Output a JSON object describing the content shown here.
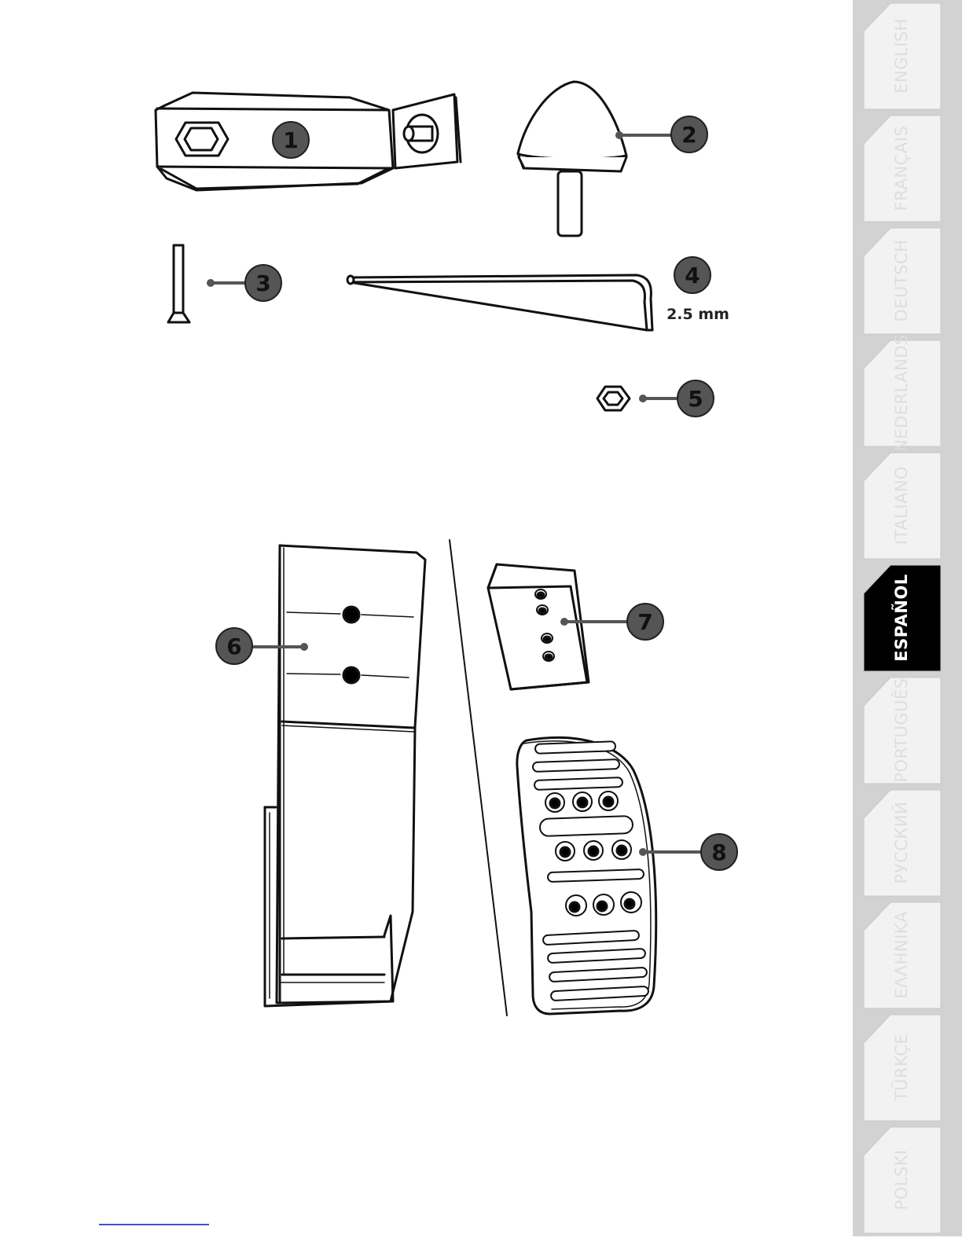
{
  "callouts": {
    "n1": "1",
    "n2": "2",
    "n3": "3",
    "n4": "4",
    "n5": "5",
    "n6": "6",
    "n7": "7",
    "n8": "8"
  },
  "allen_key_size": "2.5 mm",
  "languages": [
    {
      "label": "ENGLISH",
      "active": false
    },
    {
      "label": "FRANÇAIS",
      "active": false
    },
    {
      "label": "DEUTSCH",
      "active": false
    },
    {
      "label": "NEDERLANDS",
      "active": false
    },
    {
      "label": "ITALIANO",
      "active": false
    },
    {
      "label": "ESPAÑOL",
      "active": true
    },
    {
      "label": "PORTUGUÊS",
      "active": false
    },
    {
      "label": "РУССКИЙ",
      "active": false
    },
    {
      "label": "ΕΛΛΗΝΙΚΑ",
      "active": false
    },
    {
      "label": "TÜRKÇE",
      "active": false
    },
    {
      "label": "POLSKI",
      "active": false
    }
  ],
  "colors": {
    "tab_inactive": "#d2d2d2",
    "tab_active": "#000000",
    "callout_fill": "#555555"
  }
}
